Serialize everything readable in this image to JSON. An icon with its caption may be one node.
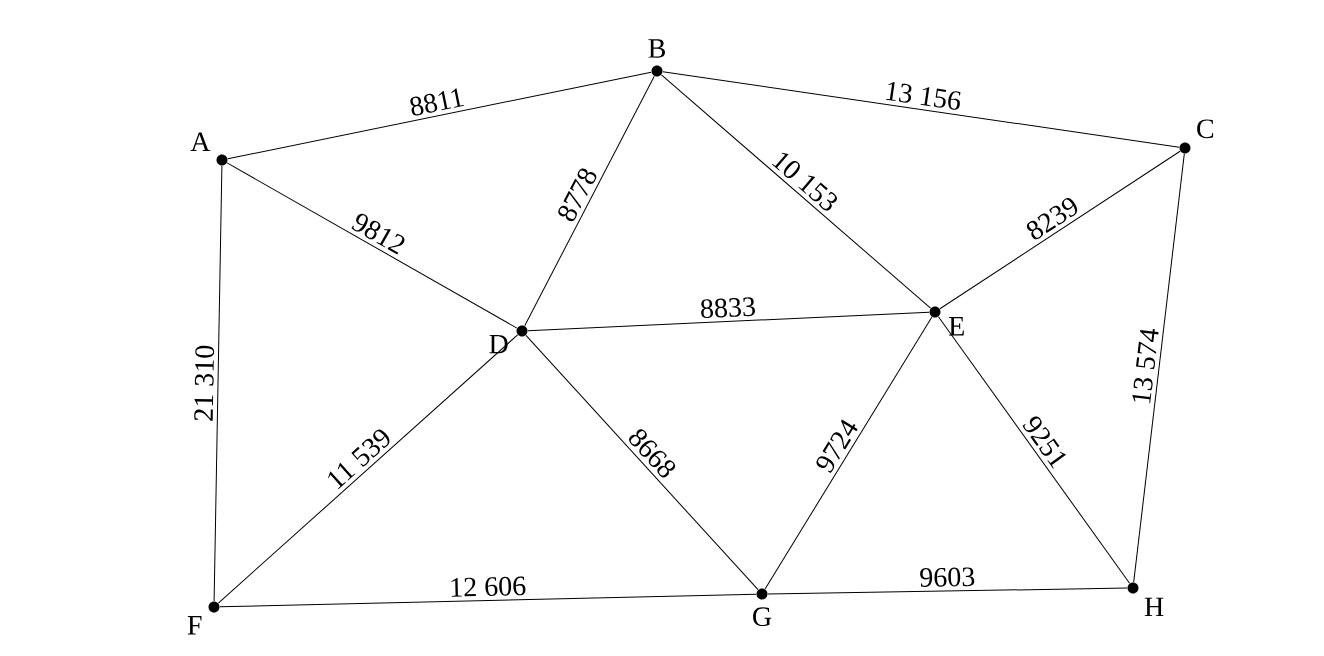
{
  "diagram": {
    "nodes": [
      {
        "text": [
          "A"
        ]
      },
      {
        "text": [
          "B"
        ]
      },
      {
        "text": [
          "C"
        ]
      },
      {
        "text": [
          "D"
        ]
      },
      {
        "text": [
          "E"
        ]
      },
      {
        "text": [
          "F"
        ]
      },
      {
        "text": [
          "G"
        ]
      },
      {
        "text": [
          "H"
        ]
      }
    ],
    "edges": [
      {
        "from": 0,
        "to": 1,
        "arrow": "none",
        "label": "8811"
      },
      {
        "from": 1,
        "to": 2,
        "arrow": "none",
        "label": "13 156"
      },
      {
        "from": 0,
        "to": 3,
        "arrow": "none",
        "label": "9812"
      },
      {
        "from": 3,
        "to": 1,
        "arrow": "none",
        "label": "8778"
      },
      {
        "from": 1,
        "to": 4,
        "arrow": "none",
        "label": "10 153"
      },
      {
        "from": 4,
        "to": 2,
        "arrow": "none",
        "label": "8239"
      },
      {
        "from": 3,
        "to": 4,
        "arrow": "none",
        "label": "8833"
      },
      {
        "from": 0,
        "to": 5,
        "arrow": "none",
        "label": "21 310"
      },
      {
        "from": 5,
        "to": 3,
        "arrow": "none",
        "label": "11 539"
      },
      {
        "from": 3,
        "to": 6,
        "arrow": "none",
        "label": "8668"
      },
      {
        "from": 6,
        "to": 4,
        "arrow": "none",
        "label": "9724"
      },
      {
        "from": 4,
        "to": 7,
        "arrow": "none",
        "label": "9251"
      },
      {
        "from": 2,
        "to": 7,
        "arrow": "none",
        "label": "13 574"
      },
      {
        "from": 5,
        "to": 6,
        "arrow": "none",
        "label": "12 606"
      },
      {
        "from": 6,
        "to": 7,
        "arrow": "none",
        "label": "9603"
      }
    ]
  }
}
